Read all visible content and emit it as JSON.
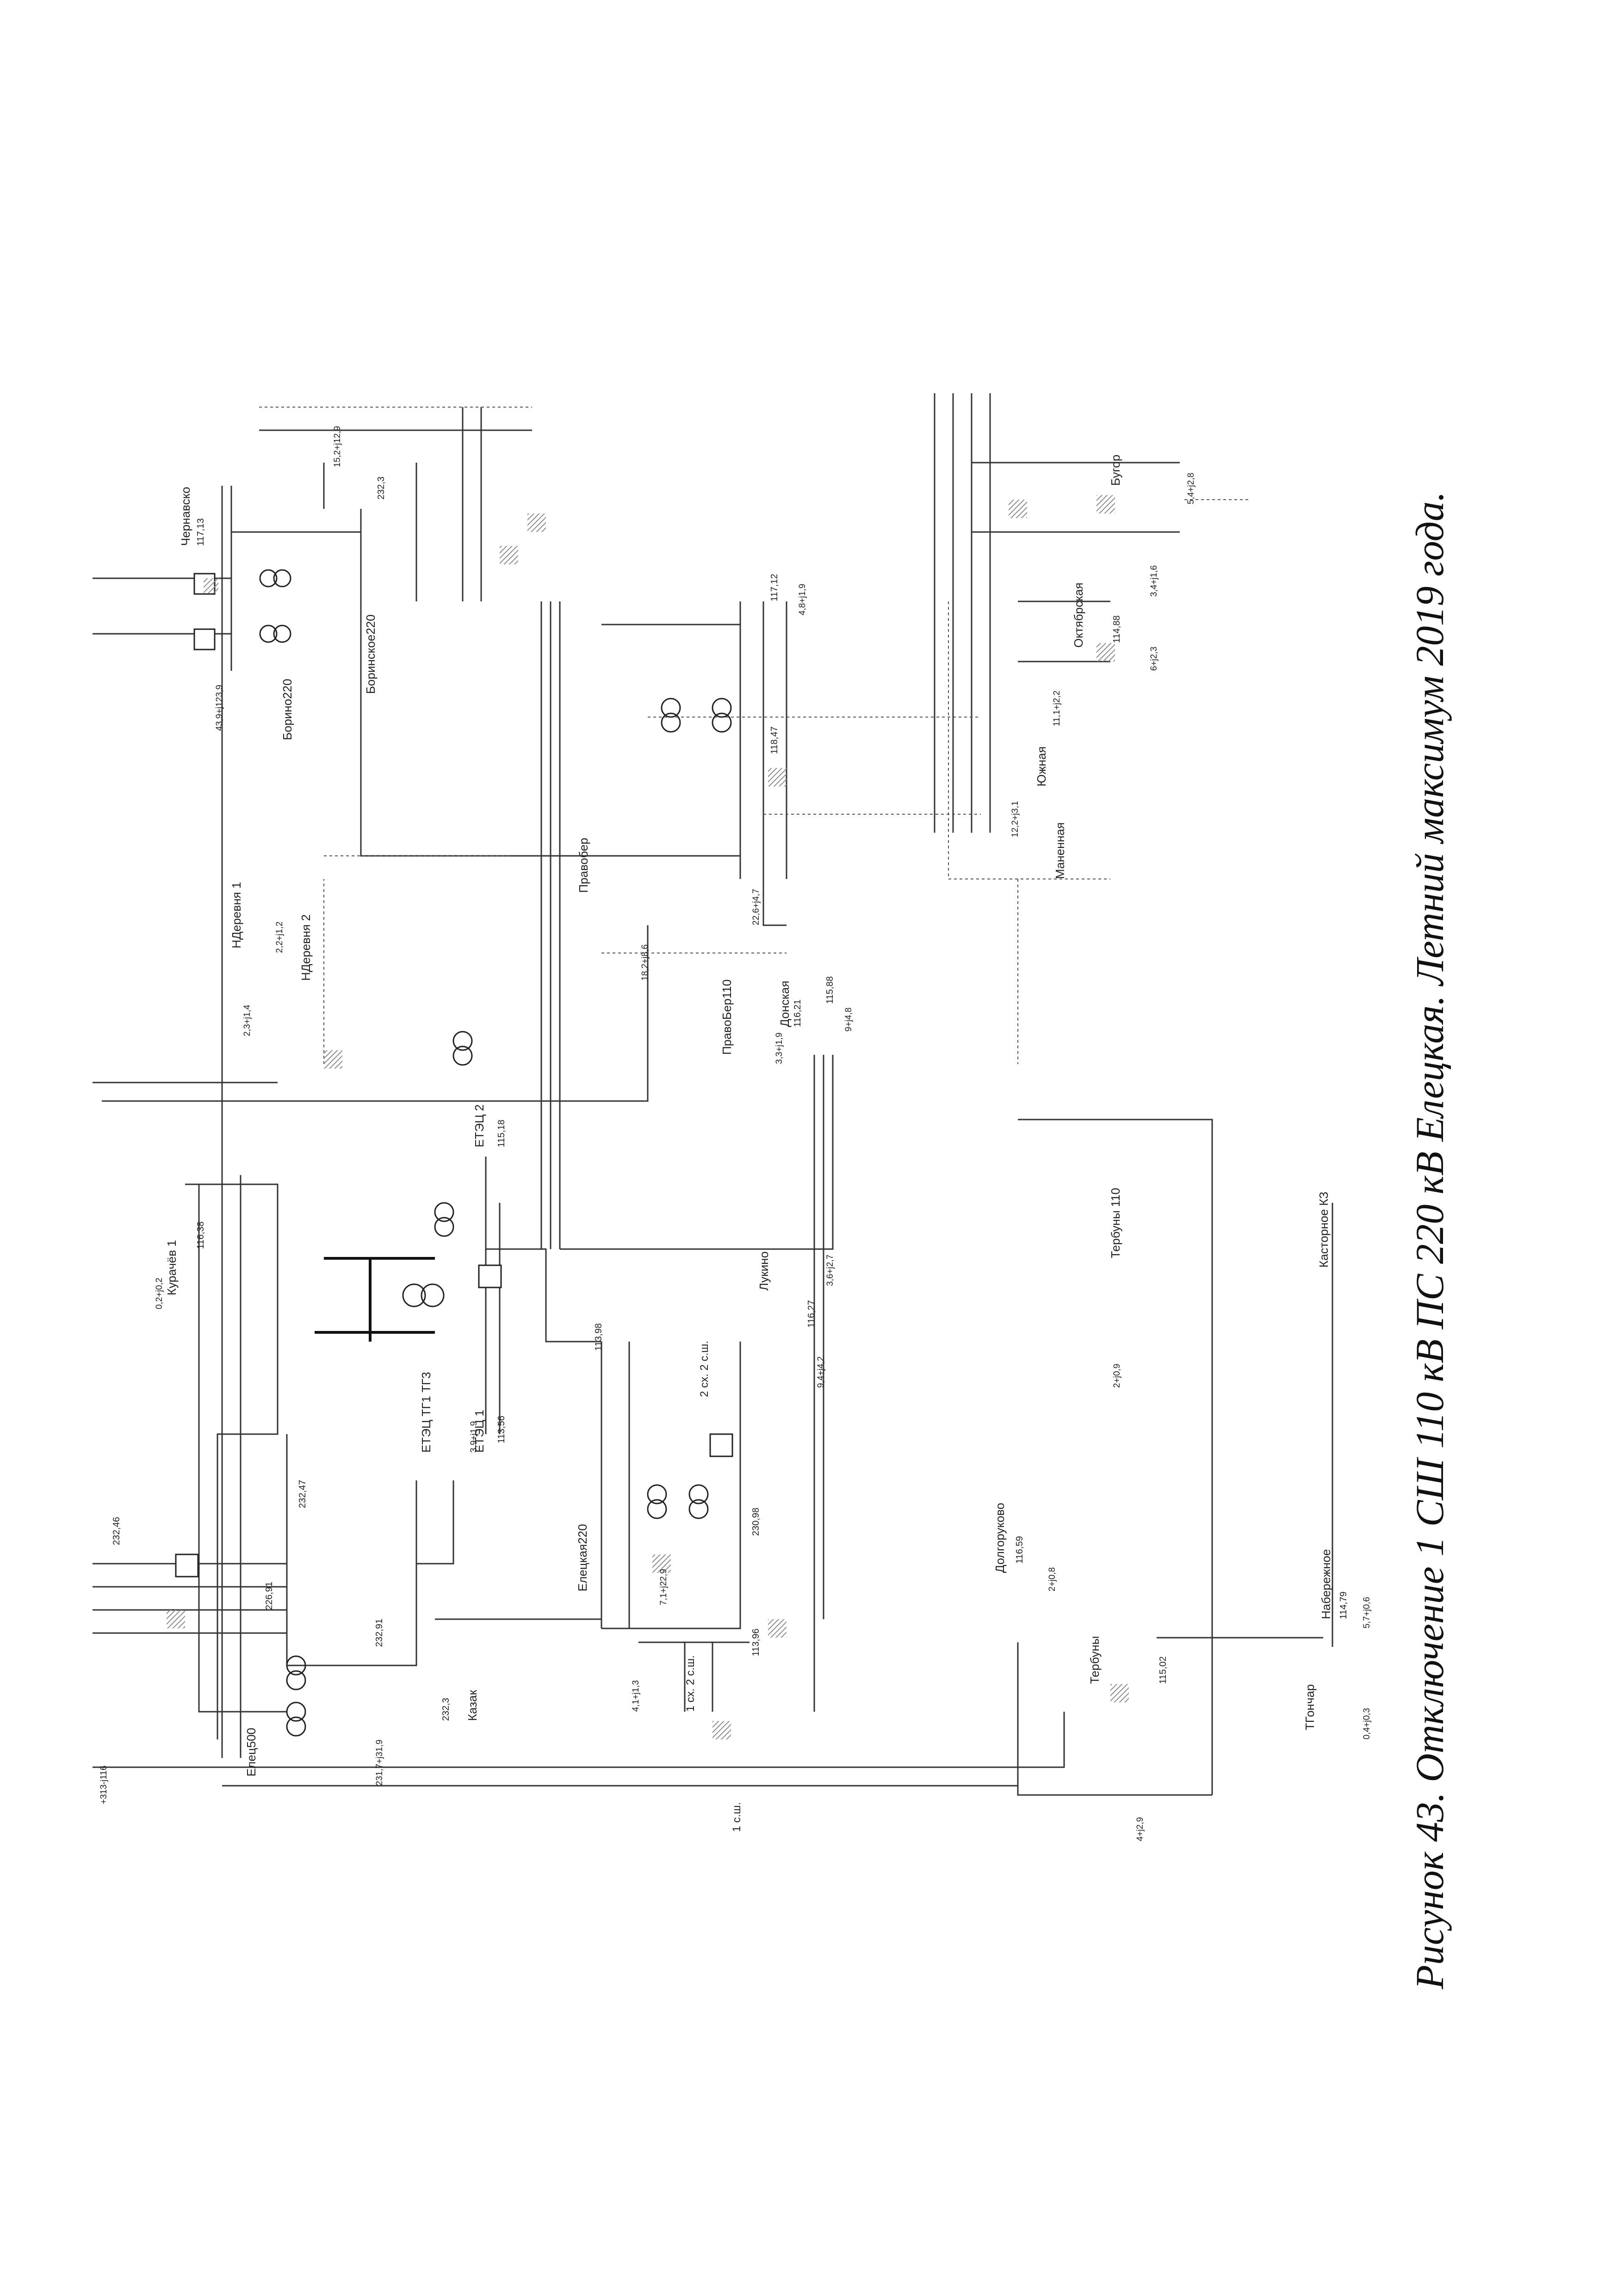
{
  "caption": "Рисунок 43. Отключение 1 СШ 110 кВ ПС 220 кВ Елецкая. Летний максимум 2019 года.",
  "page_number": "",
  "colors": {
    "line": "#333333",
    "dotted": "#555555",
    "hatch": "#999999",
    "background": "#ffffff"
  },
  "stations": [
    {
      "id": "elets500",
      "label": "Елец500"
    },
    {
      "id": "kazaki",
      "label": "Казак"
    },
    {
      "id": "elecks220",
      "label": "Елецкая220"
    },
    {
      "id": "etec1",
      "label": "ЕТЭЦ 1"
    },
    {
      "id": "etec-tg",
      "label": "ЕТЭЦ ТГ1 ТГ3"
    },
    {
      "id": "etec2",
      "label": "ЕТЭЦ 2"
    },
    {
      "id": "kuracheve",
      "label": "Курачёв 1"
    },
    {
      "id": "nderevnya1",
      "label": "НДеревня 1"
    },
    {
      "id": "nderevnya2",
      "label": "НДеревня 2"
    },
    {
      "id": "borinskoe220",
      "label": "Боринское220"
    },
    {
      "id": "borino220",
      "label": "Борино220"
    },
    {
      "id": "chernavsk",
      "label": "Чернавско"
    },
    {
      "id": "pravoberezh",
      "label": "ПравоБер110"
    },
    {
      "id": "pravober",
      "label": "Правобер"
    },
    {
      "id": "donskaya",
      "label": "Донская"
    },
    {
      "id": "lukino",
      "label": "Лукино"
    },
    {
      "id": "dolgorukovo",
      "label": "Долгоруково"
    },
    {
      "id": "terbuny110",
      "label": "Тербуны 110"
    },
    {
      "id": "terbuny",
      "label": "Тербуны"
    },
    {
      "id": "tgonchar",
      "label": "ТГончар"
    },
    {
      "id": "naberezhnoe",
      "label": "Набережное"
    },
    {
      "id": "kastornoe",
      "label": "Касторное КЗ"
    },
    {
      "id": "yuzhnaya",
      "label": "Южная"
    },
    {
      "id": "manennye",
      "label": "Маненная"
    },
    {
      "id": "oktyabrskaya",
      "label": "Октябрская"
    },
    {
      "id": "bugor",
      "label": "Бугор"
    }
  ],
  "bus_labels": [
    {
      "id": "b1",
      "label": "1 с.ш."
    },
    {
      "id": "b2",
      "label": "1 сх. 2 с.ш."
    },
    {
      "id": "b3",
      "label": "2 сх. 2 с.ш."
    }
  ],
  "voltages": [
    {
      "id": "v1",
      "value": "232,46"
    },
    {
      "id": "v2",
      "value": "232,47"
    },
    {
      "id": "v3",
      "value": "232,91"
    },
    {
      "id": "v4",
      "value": "232,3"
    },
    {
      "id": "v5",
      "value": "226,91"
    },
    {
      "id": "v6",
      "value": "113,98"
    },
    {
      "id": "v7",
      "value": "113,96"
    },
    {
      "id": "v8",
      "value": "113,56"
    },
    {
      "id": "v9",
      "value": "115,18"
    },
    {
      "id": "v10",
      "value": "116,21"
    },
    {
      "id": "v11",
      "value": "115,88"
    },
    {
      "id": "v12",
      "value": "230,98"
    },
    {
      "id": "v13",
      "value": "232,3"
    },
    {
      "id": "v14",
      "value": "117,13"
    },
    {
      "id": "v15",
      "value": "117,12"
    },
    {
      "id": "v16",
      "value": "118,47"
    },
    {
      "id": "v17",
      "value": "116,59"
    },
    {
      "id": "v18",
      "value": "115,02"
    },
    {
      "id": "v19",
      "value": "114,88"
    },
    {
      "id": "v20",
      "value": "116,27"
    },
    {
      "id": "v21",
      "value": "114,79"
    },
    {
      "id": "v22",
      "value": "116,38"
    }
  ],
  "flows": [
    {
      "id": "f1",
      "value": "+313-j116"
    },
    {
      "id": "f2",
      "value": "231,7+j31,9"
    },
    {
      "id": "f3",
      "value": "2,2+j1,2"
    },
    {
      "id": "f4",
      "value": "3,3+j1,9"
    },
    {
      "id": "f5",
      "value": "7,1+j22,9"
    },
    {
      "id": "f6",
      "value": "2+j0,8"
    },
    {
      "id": "f7",
      "value": "5,7+j0,6"
    },
    {
      "id": "f8",
      "value": "0,4+j0,3"
    },
    {
      "id": "f9",
      "value": "4+j2,9"
    },
    {
      "id": "f10",
      "value": "2+j0,9"
    },
    {
      "id": "f11",
      "value": "0,2+j0,2"
    },
    {
      "id": "f12",
      "value": "2,3+j1,4"
    },
    {
      "id": "f13",
      "value": "18,2+j8,6"
    },
    {
      "id": "f14",
      "value": "9+j4,8"
    },
    {
      "id": "f15",
      "value": "12,2+j3,1"
    },
    {
      "id": "f16",
      "value": "11,1+j2,2"
    },
    {
      "id": "f17",
      "value": "43,9+j123,9"
    },
    {
      "id": "f18",
      "value": "3,4+j1,6"
    },
    {
      "id": "f19",
      "value": "6+j2,3"
    },
    {
      "id": "f20",
      "value": "5,4+j2,8"
    },
    {
      "id": "f21",
      "value": "4,8+j1,9"
    },
    {
      "id": "f22",
      "value": "15,2+j12,9"
    },
    {
      "id": "f23",
      "value": "3,9+j1,9"
    },
    {
      "id": "f24",
      "value": "9,4+j4,2"
    },
    {
      "id": "f25",
      "value": "3,6+j2,7"
    },
    {
      "id": "f26",
      "value": "22,6+j4,7"
    },
    {
      "id": "f27",
      "value": "4,1+j1,3"
    }
  ]
}
